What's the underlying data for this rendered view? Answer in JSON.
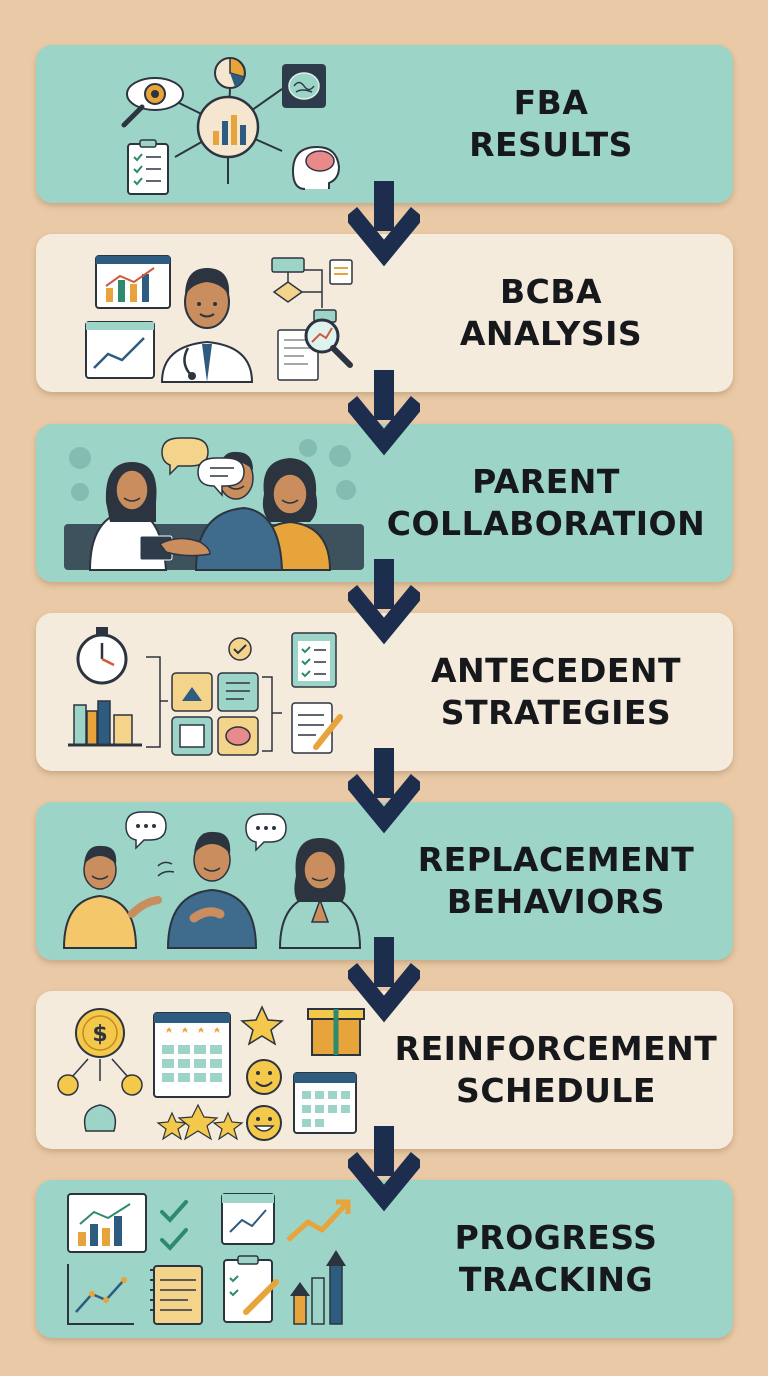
{
  "steps": [
    {
      "line1": "FBA",
      "line2": "RESULTS",
      "icon": "data-analysis-hub-icon",
      "bg": "#9dd4c8"
    },
    {
      "line1": "BCBA",
      "line2": "ANALYSIS",
      "icon": "clinician-analysis-icon",
      "bg": "#f5ebdc"
    },
    {
      "line1": "PARENT",
      "line2": "COLLABORATION",
      "icon": "handshake-meeting-icon",
      "bg": "#9dd4c8"
    },
    {
      "line1": "ANTECEDENT",
      "line2": "STRATEGIES",
      "icon": "planning-tools-icon",
      "bg": "#f5ebdc"
    },
    {
      "line1": "REPLACEMENT",
      "line2": "BEHAVIORS",
      "icon": "communicating-people-icon",
      "bg": "#9dd4c8"
    },
    {
      "line1": "REINFORCEMENT",
      "line2": "SCHEDULE",
      "icon": "rewards-calendar-icon",
      "bg": "#f5ebdc"
    },
    {
      "line1": "PROGRESS",
      "line2": "TRACKING",
      "icon": "growth-charts-icon",
      "bg": "#9dd4c8"
    }
  ],
  "colors": {
    "arrow": "#1c2d4d",
    "teal_card": "#9dd4c8",
    "cream_card": "#f5ebdc",
    "background": "#e9c9a6"
  }
}
